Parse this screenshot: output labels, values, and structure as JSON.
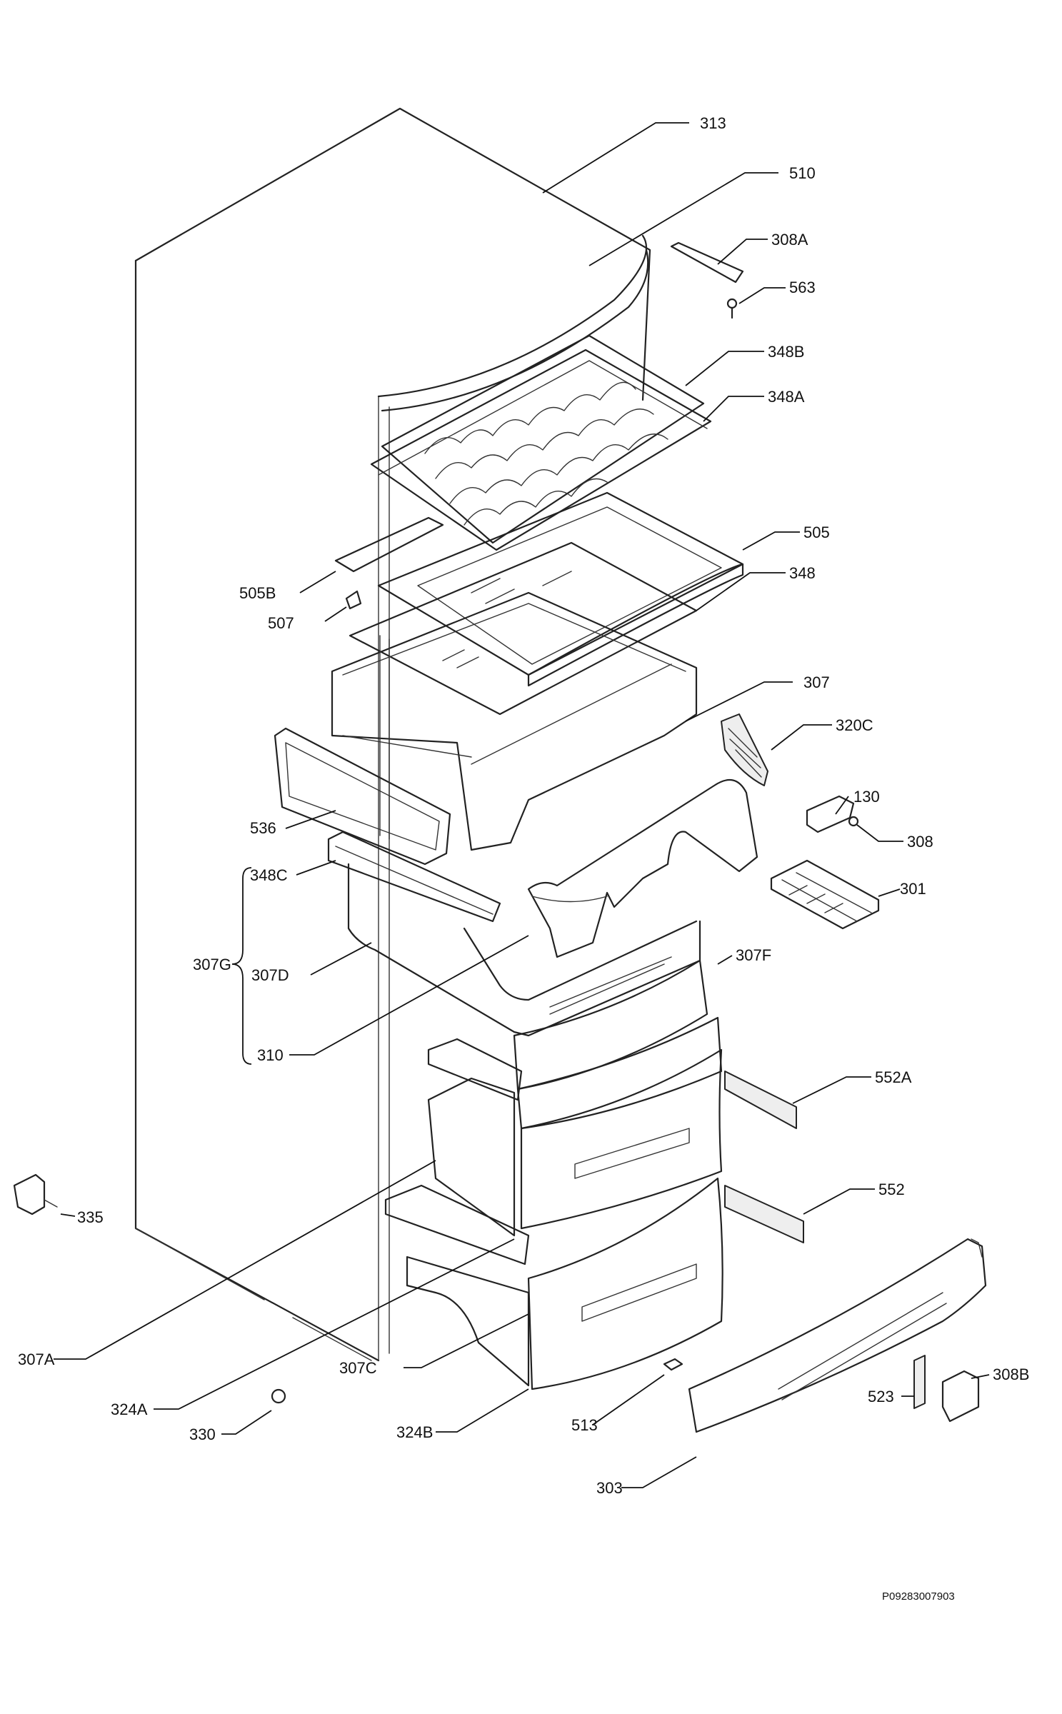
{
  "diagram": {
    "reference_code": "P09283007903",
    "labels": [
      {
        "text": "313"
      },
      {
        "text": "510"
      },
      {
        "text": "308A"
      },
      {
        "text": "563"
      },
      {
        "text": "348B"
      },
      {
        "text": "348A"
      },
      {
        "text": "505"
      },
      {
        "text": "505B"
      },
      {
        "text": "507"
      },
      {
        "text": "348"
      },
      {
        "text": "307"
      },
      {
        "text": "320C"
      },
      {
        "text": "536"
      },
      {
        "text": "130"
      },
      {
        "text": "308"
      },
      {
        "text": "348C"
      },
      {
        "text": "301"
      },
      {
        "text": "307G"
      },
      {
        "text": "307D"
      },
      {
        "text": "307F"
      },
      {
        "text": "310"
      },
      {
        "text": "552A"
      },
      {
        "text": "552"
      },
      {
        "text": "335"
      },
      {
        "text": "307A"
      },
      {
        "text": "307C"
      },
      {
        "text": "324A"
      },
      {
        "text": "523"
      },
      {
        "text": "308B"
      },
      {
        "text": "330"
      },
      {
        "text": "324B"
      },
      {
        "text": "513"
      },
      {
        "text": "303"
      }
    ]
  }
}
